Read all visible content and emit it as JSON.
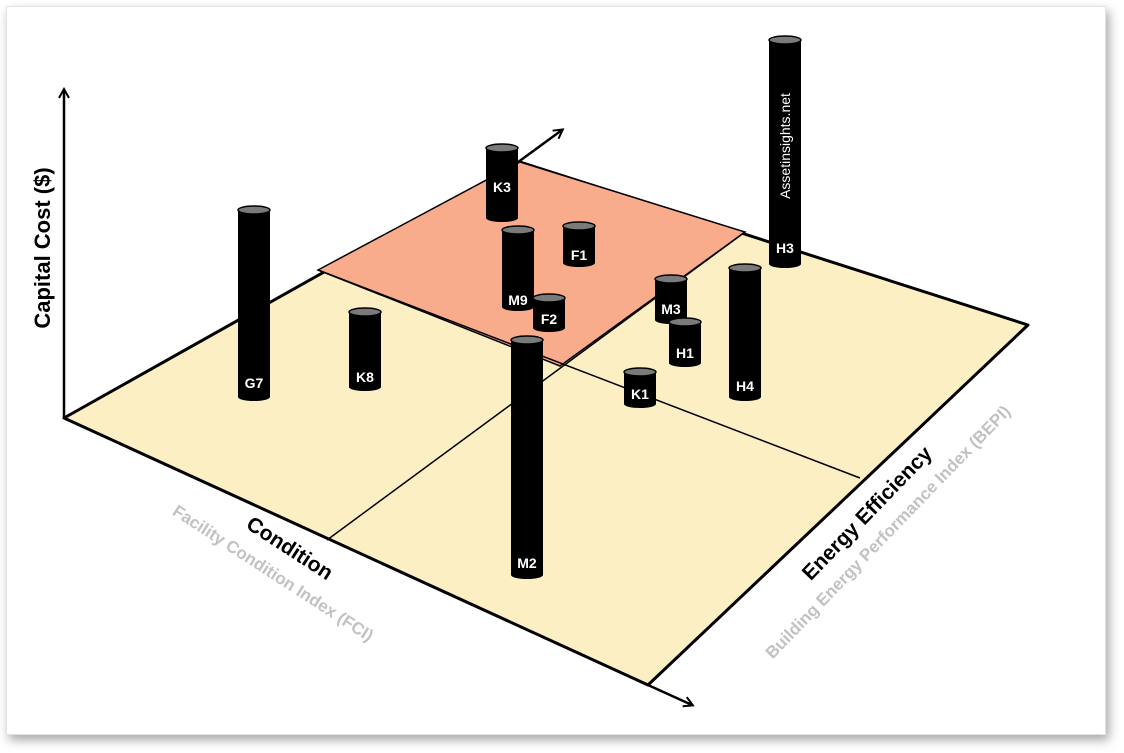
{
  "labels": {
    "y_axis": "Capital Cost ($)",
    "condition": "Condition",
    "condition_sub": "Facility Condition Index (FCI)",
    "energy": "Energy Efficiency",
    "energy_sub": "Building Energy Performance Index (BEPI)",
    "watermark": "Assetinsights.net"
  },
  "colors": {
    "plane": "#fdefc4",
    "highlight": "#f8ac8c",
    "cylinder": "#000000",
    "cylinder_top": "#7a7a7a",
    "sub_label": "#c2c2c2"
  },
  "buildings": [
    {
      "id": "K3",
      "label": "K3"
    },
    {
      "id": "F1",
      "label": "F1"
    },
    {
      "id": "G7",
      "label": "G7"
    },
    {
      "id": "M9",
      "label": "M9"
    },
    {
      "id": "F2",
      "label": "F2"
    },
    {
      "id": "K8",
      "label": "K8"
    },
    {
      "id": "M3",
      "label": "M3"
    },
    {
      "id": "H1",
      "label": "H1"
    },
    {
      "id": "H3",
      "label": "H3"
    },
    {
      "id": "H4",
      "label": "H4"
    },
    {
      "id": "K1",
      "label": "K1"
    },
    {
      "id": "M2",
      "label": "M2"
    }
  ]
}
